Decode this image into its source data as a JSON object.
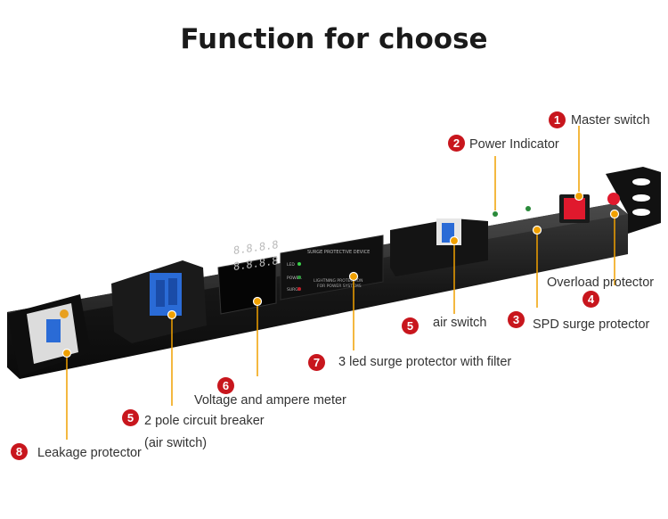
{
  "title": "Function for choose",
  "callouts": [
    {
      "num": "1",
      "text": "Master switch"
    },
    {
      "num": "2",
      "text": "Power Indicator"
    },
    {
      "num": "4",
      "text": "Overload protector"
    },
    {
      "num": "3",
      "text": "SPD surge protector"
    },
    {
      "num": "5",
      "text": "air switch"
    },
    {
      "num": "7",
      "text": "3 led surge protector with filter"
    },
    {
      "num": "6",
      "text": "Voltage and ampere meter"
    },
    {
      "num": "5",
      "text": "2 pole circuit breaker",
      "text2": "(air switch)"
    },
    {
      "num": "8",
      "text": "Leakage protector"
    }
  ],
  "device": {
    "panel_title": "SURGE PROTECTIVE DEVICE",
    "panel_lines": [
      "LIGHTNING PROTECTION",
      "FOR POWER SYSTEMS"
    ],
    "panel_labels": [
      "LED",
      "POWER",
      "SURGE"
    ],
    "meter_top": "8.8.8.8",
    "meter_bottom": "8.8.8.8"
  },
  "colors": {
    "accent": "#c8161d",
    "callout_line": "#f0a000",
    "switch_red": "#e0192d",
    "breaker_blue": "#2a6bd6"
  }
}
